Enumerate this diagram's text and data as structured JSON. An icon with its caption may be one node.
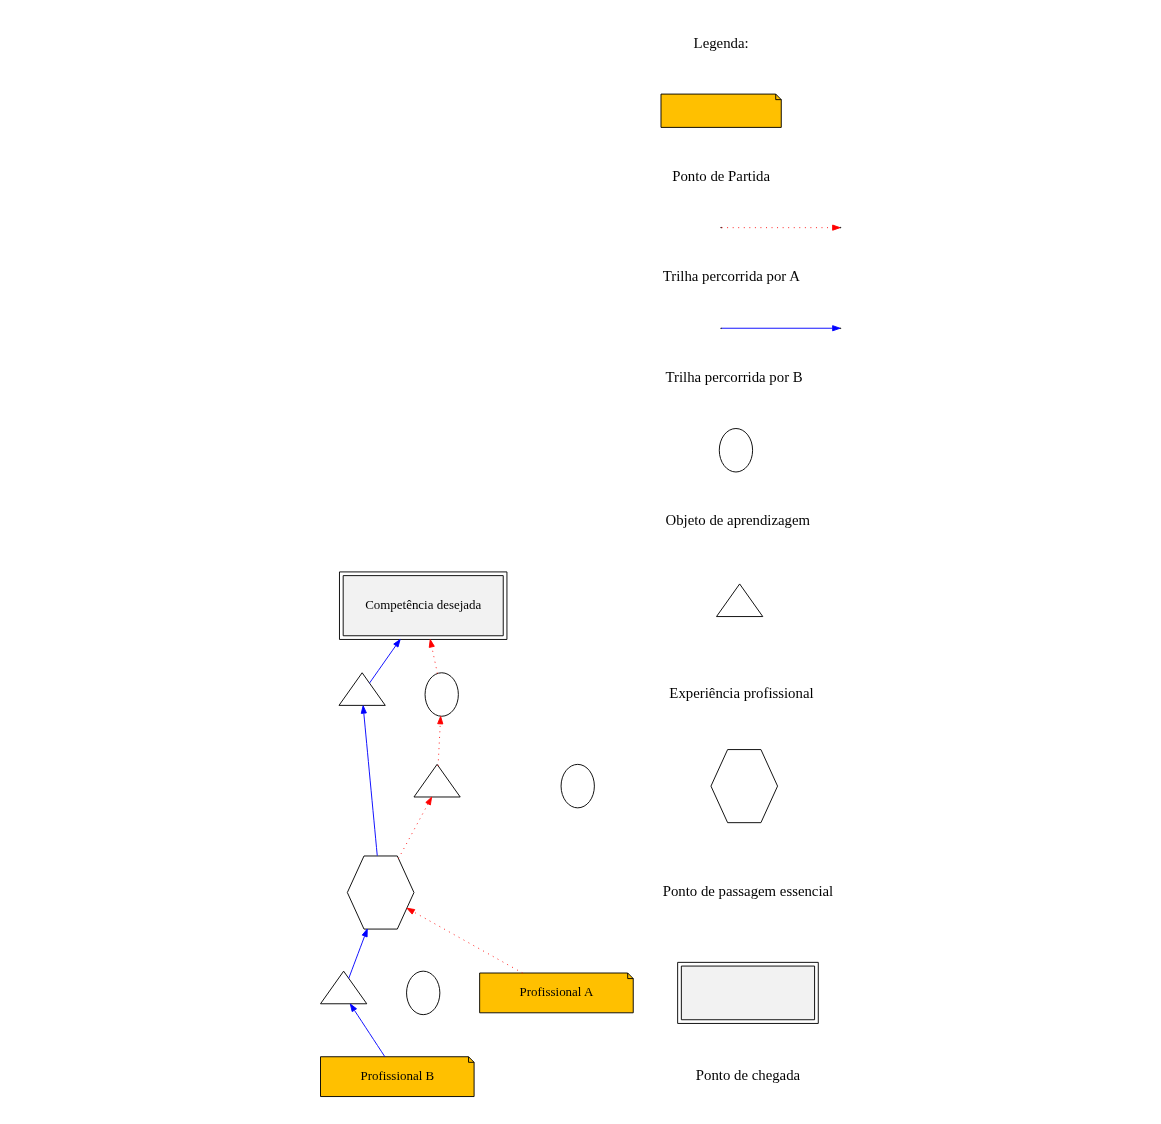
{
  "diagram": {
    "nodes": [
      {
        "text": [
          "Competência desejada"
        ]
      },
      {
        "text": [],
        "shape": "circle"
      },
      {
        "text": [],
        "shape": "circle"
      },
      {
        "text": [],
        "shape": "triangle"
      },
      {
        "text": [],
        "shape": "triangle"
      },
      {
        "text": [],
        "shape": "hexagon"
      },
      {
        "text": [
          "Profissional A"
        ]
      },
      {
        "text": [],
        "shape": "circle"
      },
      {
        "text": [],
        "shape": "triangle"
      },
      {
        "text": [
          "Profissional B"
        ]
      },
      {
        "text": [],
        "shape": "box"
      },
      {
        "text": [],
        "shape": "circle"
      },
      {
        "text": [],
        "shape": "triangle"
      },
      {
        "text": [],
        "shape": "hexagon"
      },
      {
        "text": [],
        "shape": "box"
      }
    ],
    "edges": [
      {
        "from": 6,
        "to": 5,
        "arrow": "to",
        "style": "dashed",
        "color": "#ff0000"
      },
      {
        "from": 5,
        "to": 4,
        "arrow": "to",
        "style": "dashed",
        "color": "#ff0000"
      },
      {
        "from": 4,
        "to": 1,
        "arrow": "to",
        "style": "dashed",
        "color": "#ff0000"
      },
      {
        "from": 1,
        "to": 0,
        "arrow": "to",
        "style": "dashed",
        "color": "#ff0000"
      },
      {
        "from": 9,
        "to": 8,
        "arrow": "to",
        "color": "#0000ff"
      },
      {
        "from": 8,
        "to": 5,
        "arrow": "to",
        "color": "#0000ff"
      },
      {
        "from": 5,
        "to": 3,
        "arrow": "to",
        "color": "#0000ff"
      },
      {
        "from": 3,
        "to": 0,
        "arrow": "to",
        "color": "#0000ff"
      }
    ],
    "labels": [
      "Legenda:"
    ],
    "legend": [
      {
        "text": "Ponto de Partida"
      },
      {
        "text": "Trilha percorrida por A"
      },
      {
        "text": "Trilha percorrida por B"
      },
      {
        "text": "Objeto de aprendizagem"
      },
      {
        "text": "Experiência profissional"
      },
      {
        "text": "Ponto de passagem essencial"
      },
      {
        "text": "Ponto de chegada"
      }
    ]
  }
}
